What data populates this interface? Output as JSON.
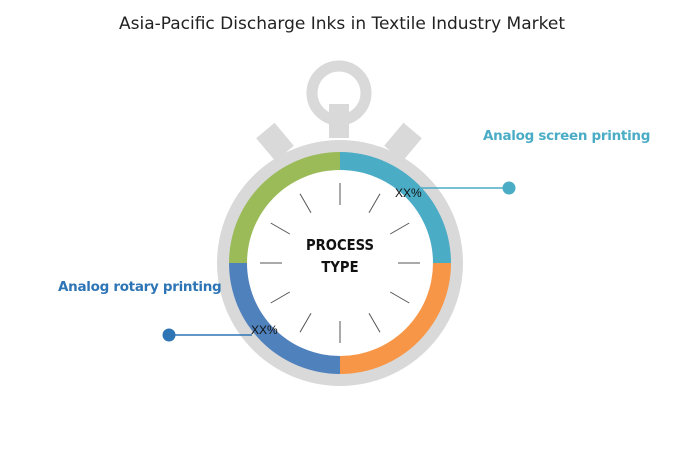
{
  "title": "Asia-Pacific Discharge Inks in Textile Industry Market",
  "center_label": [
    "PROCESS",
    "TYPE"
  ],
  "segments": [
    {
      "name": "Analog screen printing",
      "value_label": "XX%",
      "color": "#4bacc6"
    },
    {
      "name": "orange-segment",
      "color": "#f79646"
    },
    {
      "name": "Analog rotary printing",
      "value_label": "XX%",
      "color": "#4f81bd"
    },
    {
      "name": "green-segment",
      "color": "#9bbb59"
    }
  ],
  "labels": {
    "screen": "Analog screen printing",
    "rotary": "Analog rotary printing",
    "screen_pct": "XX%",
    "rotary_pct": "XX%"
  },
  "colors": {
    "frame": "#d9d9d9",
    "screen_text": "#4bacc6",
    "rotary_text": "#2e75b6"
  }
}
